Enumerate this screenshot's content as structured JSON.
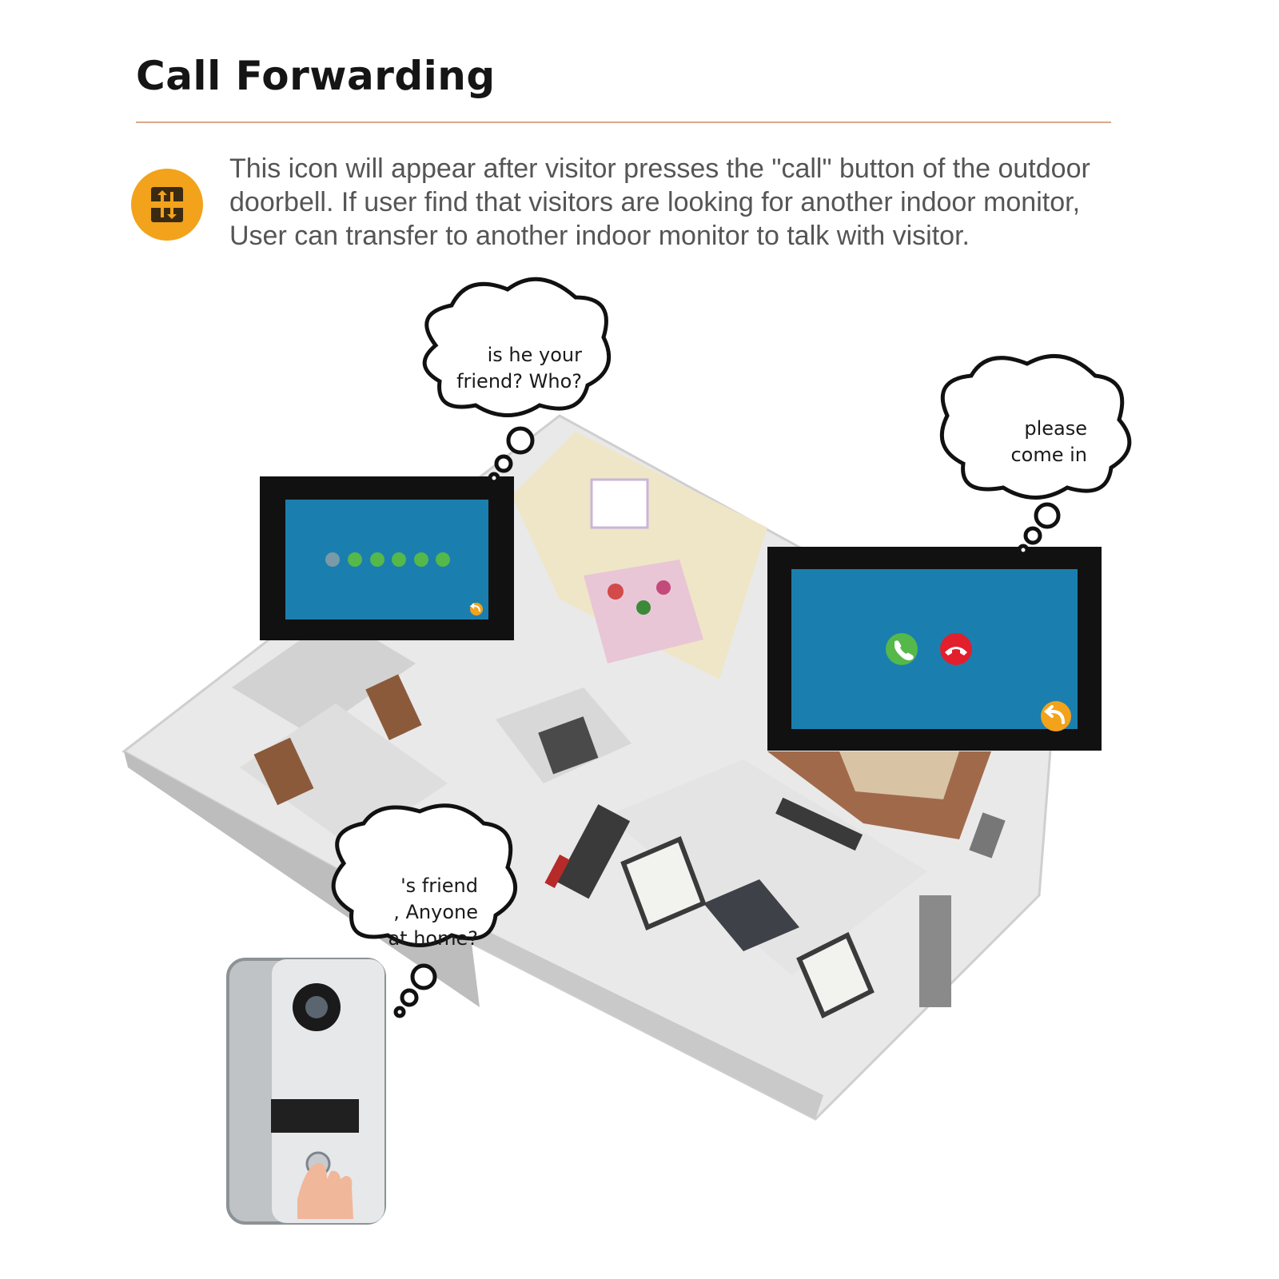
{
  "header": {
    "title": "Call Forwarding"
  },
  "description": {
    "lines": [
      "This icon will appear after visitor presses the \"call\" button of the outdoor",
      "doorbell.  If user find that visitors are looking for another indoor monitor,",
      "User can transfer to another indoor monitor to talk with visitor."
    ]
  },
  "icons": {
    "forward": "call-forward-icon",
    "answer": "phone-answer-icon",
    "hangup": "phone-hangup-icon",
    "back": "back-arrow-icon"
  },
  "colors": {
    "accent_orange": "#f2a21b",
    "divider": "#d9a98a",
    "screen_blue": "#1a7fae",
    "answer_green": "#55b84a",
    "hangup_red": "#e11f2d"
  },
  "bubbles": {
    "top": {
      "lines": [
        "is he your",
        "friend? Who?"
      ]
    },
    "right": {
      "lines": [
        "please",
        "come in"
      ]
    },
    "bottom": {
      "lines": [
        "'s friend",
        ", Anyone",
        "at home?"
      ]
    }
  }
}
